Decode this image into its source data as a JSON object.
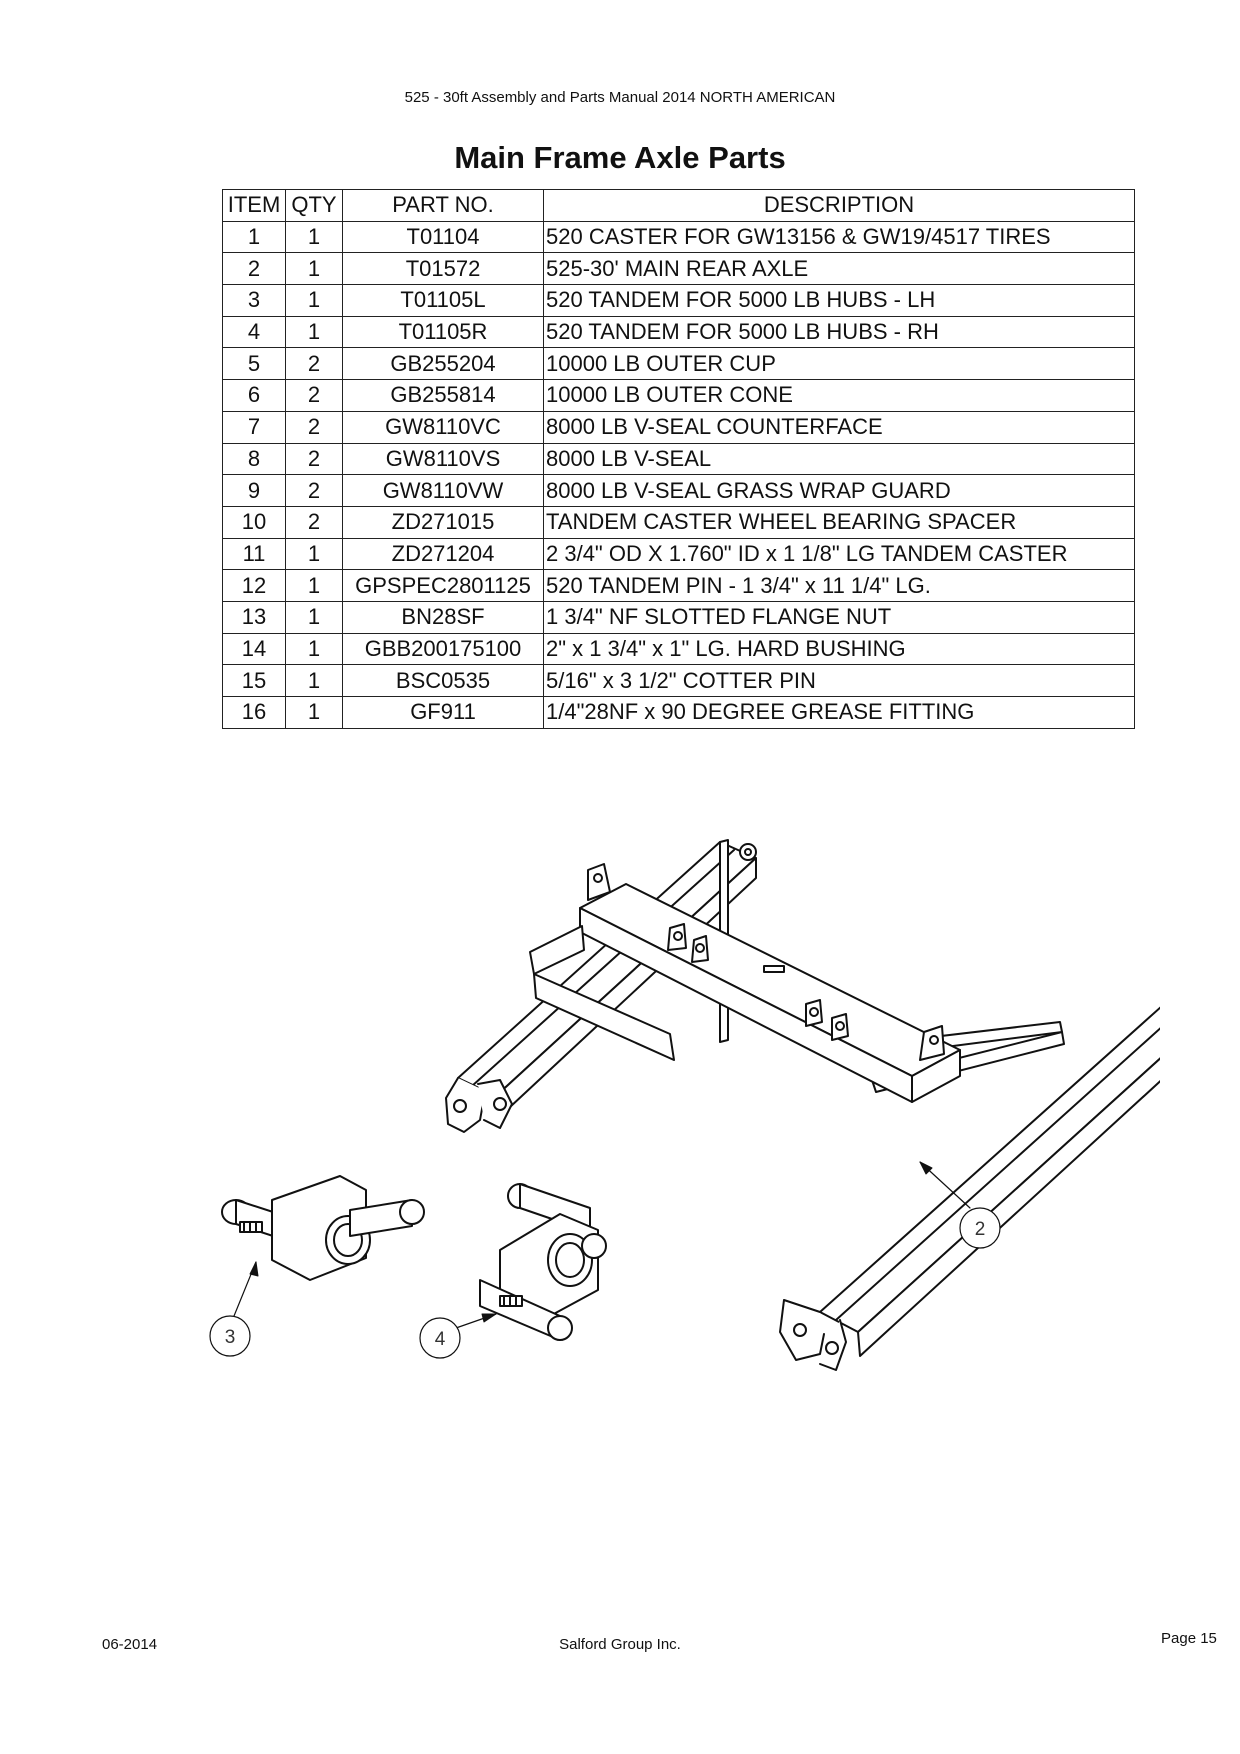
{
  "header": {
    "manual_title": "525 - 30ft Assembly and Parts Manual 2014 NORTH AMERICAN"
  },
  "page_title": "Main Frame Axle Parts",
  "table": {
    "columns": [
      "ITEM",
      "QTY",
      "PART NO.",
      "DESCRIPTION"
    ],
    "rows": [
      [
        "1",
        "1",
        "T01104",
        "520 CASTER FOR GW13156 & GW19/4517 TIRES"
      ],
      [
        "2",
        "1",
        "T01572",
        "525-30' MAIN REAR AXLE"
      ],
      [
        "3",
        "1",
        "T01105L",
        "520 TANDEM FOR 5000 LB HUBS - LH"
      ],
      [
        "4",
        "1",
        "T01105R",
        "520 TANDEM FOR 5000 LB HUBS - RH"
      ],
      [
        "5",
        "2",
        "GB255204",
        "10000 LB OUTER CUP"
      ],
      [
        "6",
        "2",
        "GB255814",
        "10000 LB OUTER CONE"
      ],
      [
        "7",
        "2",
        "GW8110VC",
        "8000 LB V-SEAL COUNTERFACE"
      ],
      [
        "8",
        "2",
        "GW8110VS",
        "8000 LB V-SEAL"
      ],
      [
        "9",
        "2",
        "GW8110VW",
        "8000 LB V-SEAL GRASS WRAP GUARD"
      ],
      [
        "10",
        "2",
        "ZD271015",
        " TANDEM CASTER WHEEL BEARING SPACER"
      ],
      [
        "11",
        "1",
        "ZD271204",
        "2 3/4\" OD X 1.760\" ID x 1 1/8\" LG TANDEM CASTER"
      ],
      [
        "12",
        "1",
        "GPSPEC2801125",
        "520 TANDEM PIN - 1 3/4\" x 11 1/4\" LG."
      ],
      [
        "13",
        "1",
        "BN28SF",
        "1 3/4\" NF SLOTTED FLANGE NUT"
      ],
      [
        "14",
        "1",
        "GBB200175100",
        "2\" x 1 3/4\" x 1\" LG. HARD BUSHING"
      ],
      [
        "15",
        "1",
        "BSC0535",
        "5/16\" x 3 1/2\" COTTER PIN"
      ],
      [
        "16",
        "1",
        "GF911",
        "1/4\"28NF x 90 DEGREE GREASE FITTING"
      ]
    ]
  },
  "callouts": [
    "2",
    "3",
    "4"
  ],
  "footer": {
    "date": "06-2014",
    "company": "Salford Group Inc.",
    "page": "Page 15"
  }
}
